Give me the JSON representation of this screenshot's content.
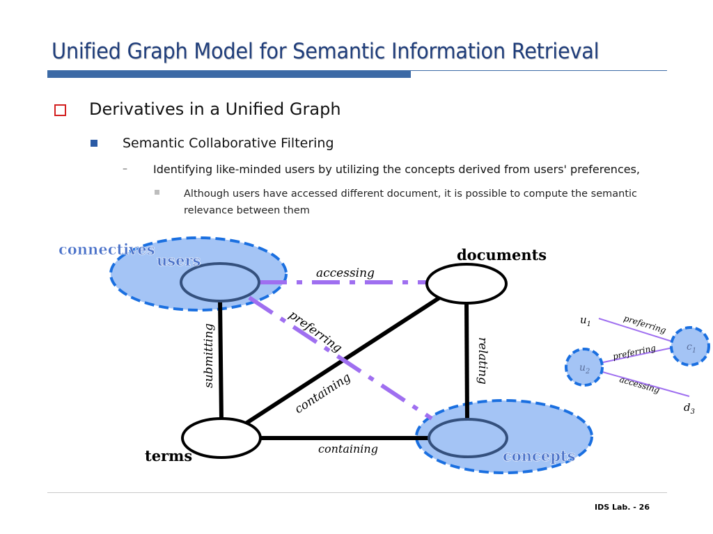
{
  "slide": {
    "title": "Unified Graph Model for Semantic Information Retrieval",
    "footer": "IDS Lab. - 26"
  },
  "bullets": {
    "level1": "Derivatives in a Unified Graph",
    "level2": "Semantic Collaborative Filtering",
    "level3_marker": "–",
    "level3": "Identifying like-minded users by utilizing the concepts derived from users' preferences,",
    "level4": "Although users have accessed different document, it is possible to compute the semantic relevance between them"
  },
  "diagram": {
    "nodes": {
      "connectives": "connectives",
      "users": "users",
      "documents": "documents",
      "terms": "terms",
      "concepts": "concepts"
    },
    "edges": {
      "accessing": "accessing",
      "preferring": "preferring",
      "submitting": "submitting",
      "relating": "relating",
      "containing_diag": "containing",
      "containing_bottom": "containing"
    },
    "colors": {
      "group_fill": "#a4c4f5",
      "group_border": "#1a6fe0",
      "dashed_link": "#9f6ff0",
      "label_blue": "#4b72c9"
    }
  },
  "mini_graph": {
    "u1": "u",
    "u1_sub": "1",
    "u2": "u",
    "u2_sub": "2",
    "c1": "c",
    "c1_sub": "1",
    "d3": "d",
    "d3_sub": "3",
    "edge_u1_c1": "preferring",
    "edge_u2_c1": "preferring",
    "edge_u2_d3": "accessing"
  }
}
